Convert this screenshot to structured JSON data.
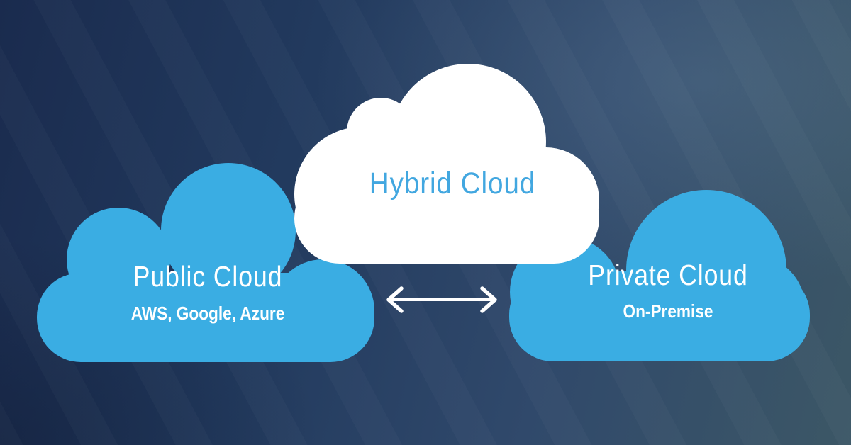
{
  "diagram": {
    "hybrid_cloud": {
      "label": "Hybrid Cloud"
    },
    "public_cloud": {
      "label": "Public Cloud",
      "sublabel": "AWS, Google, Azure"
    },
    "private_cloud": {
      "label": "Private Cloud",
      "sublabel": "On-Premise"
    },
    "connector": {
      "type": "bidirectional-arrow"
    }
  },
  "colors": {
    "bg_dark": "#1a2b4e",
    "bg_mid": "#30496b",
    "bg_light": "#3c5766",
    "cloud_blue": "#3aade3",
    "cloud_white": "#ffffff",
    "hybrid_text": "#42a7e0",
    "side_text": "#ffffff"
  }
}
